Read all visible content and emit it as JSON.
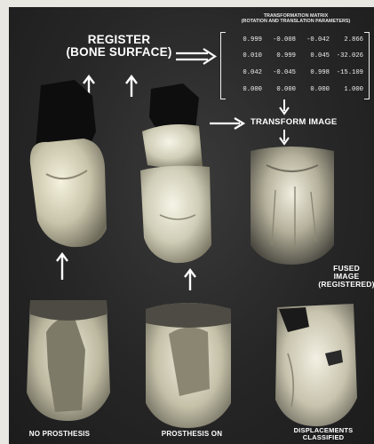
{
  "register": {
    "line1": "REGISTER",
    "line2": "(BONE SURFACE)"
  },
  "matrix": {
    "title1": "TRANSFORMATION MATRIX",
    "title2": "(ROTATION AND TRANSLATION PARAMETERS)",
    "rows": [
      [
        "0.999",
        "-0.008",
        "-0.042",
        "2.866"
      ],
      [
        "0.010",
        "0.999",
        "0.045",
        "-32.026"
      ],
      [
        "0.042",
        "-0.045",
        "0.998",
        "-15.109"
      ],
      [
        "0.000",
        "0.000",
        "0.000",
        "1.000"
      ]
    ]
  },
  "transform_label": "TRANSFORM IMAGE",
  "fused": {
    "line1": "FUSED",
    "line2": "IMAGE",
    "line3": "(REGISTERED)"
  },
  "bottom": {
    "no_prosthesis": "NO PROSTHESIS",
    "prosthesis_on": "PROSTHESIS ON",
    "displacements1": "DISPLACEMENTS",
    "displacements2": "CLASSIFIED"
  }
}
